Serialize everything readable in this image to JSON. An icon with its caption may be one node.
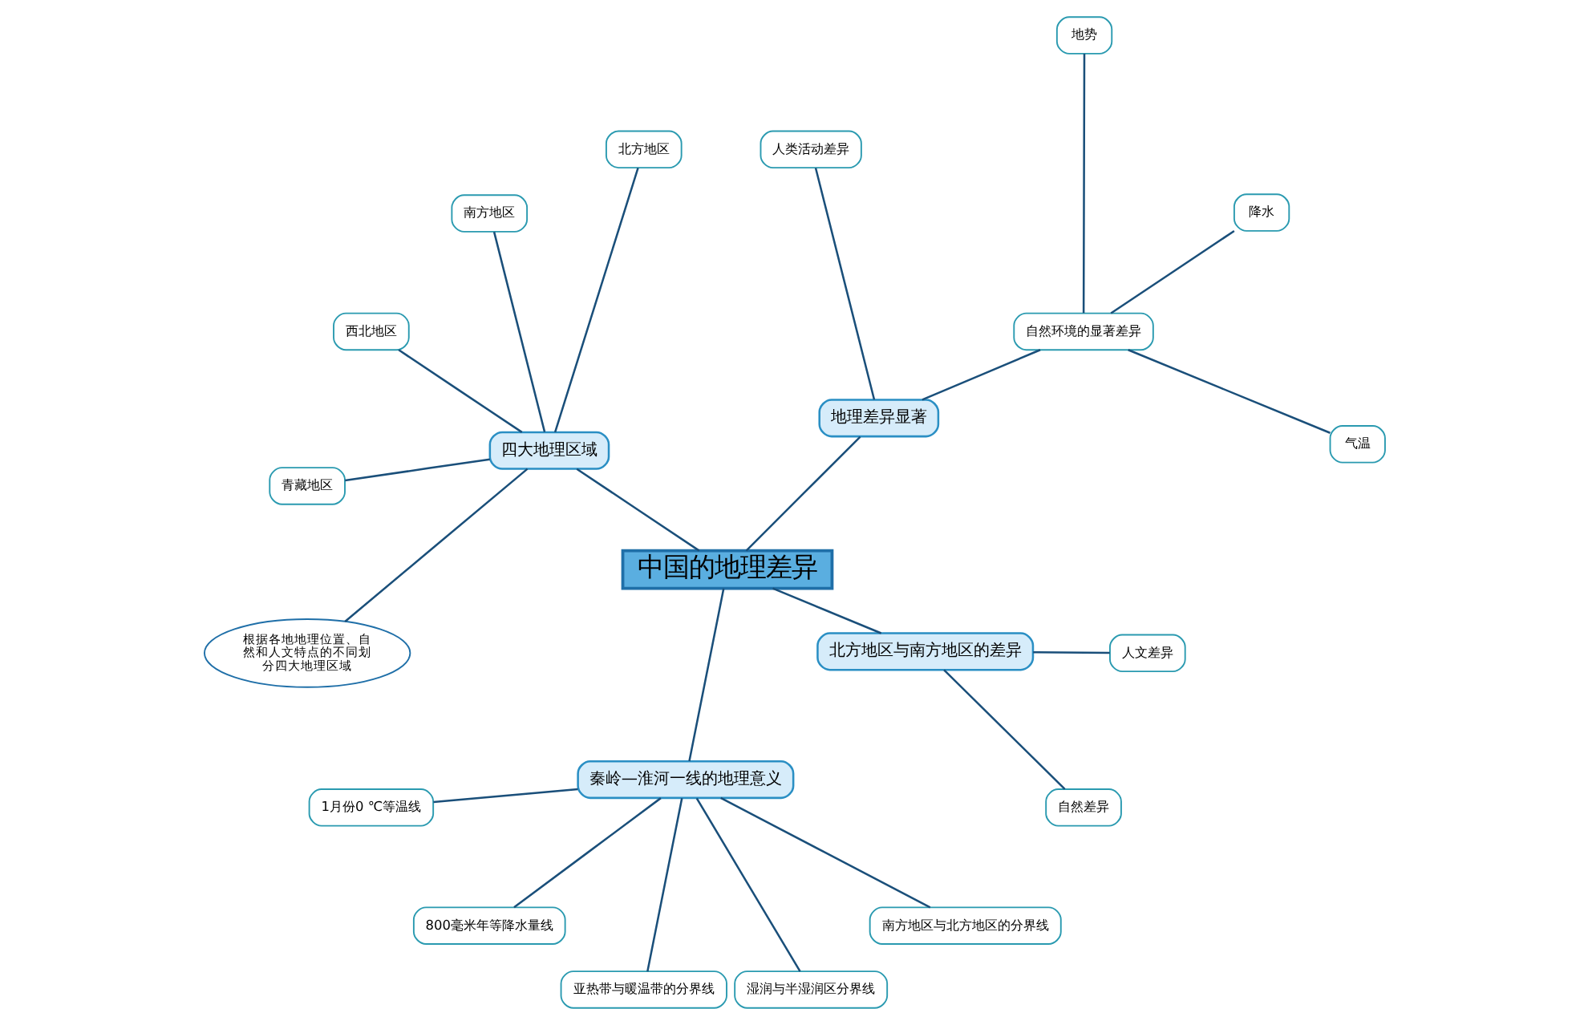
{
  "diagram": {
    "nodes": [
      {
        "text": [
          "中国的地理差异"
        ]
      },
      {
        "text": [
          "地理差异显著"
        ]
      },
      {
        "text": [
          "自然环境的显著差异"
        ]
      },
      {
        "text": [
          "气温"
        ]
      },
      {
        "text": [
          "降水"
        ]
      },
      {
        "text": [
          "地势"
        ]
      },
      {
        "text": [
          "人类活动差异"
        ]
      },
      {
        "text": [
          "四大地理区域"
        ]
      },
      {
        "text": [
          "北方地区"
        ]
      },
      {
        "text": [
          "南方地区"
        ]
      },
      {
        "text": [
          "西北地区"
        ]
      },
      {
        "text": [
          "青藏地区"
        ]
      },
      {
        "text": [
          "根据各地地理位置、自然和人文特点的不同划分四大地理区域"
        ]
      },
      {
        "text": [
          "秦岭—淮河一线的地理意义"
        ]
      },
      {
        "text": [
          "1月份0 ℃等温线"
        ]
      },
      {
        "text": [
          "800毫米年等降水量线"
        ]
      },
      {
        "text": [
          "亚热带与暖温带的分界线"
        ]
      },
      {
        "text": [
          "湿润与半湿润区分界线"
        ]
      },
      {
        "text": [
          "南方地区与北方地区的分界线"
        ]
      },
      {
        "text": [
          "北方地区与南方地区的差异"
        ]
      },
      {
        "text": [
          "自然差异"
        ]
      },
      {
        "text": [
          "人文差异"
        ]
      }
    ],
    "edges": [
      {
        "from": 0,
        "to": 1,
        "arrow": "none"
      },
      {
        "from": 1,
        "to": 2,
        "arrow": "none"
      },
      {
        "from": 2,
        "to": 3,
        "arrow": "none"
      },
      {
        "from": 2,
        "to": 4,
        "arrow": "none"
      },
      {
        "from": 2,
        "to": 5,
        "arrow": "none"
      },
      {
        "from": 1,
        "to": 6,
        "arrow": "none"
      },
      {
        "from": 0,
        "to": 7,
        "arrow": "none"
      },
      {
        "from": 7,
        "to": 8,
        "arrow": "none"
      },
      {
        "from": 7,
        "to": 9,
        "arrow": "none"
      },
      {
        "from": 7,
        "to": 10,
        "arrow": "none"
      },
      {
        "from": 7,
        "to": 11,
        "arrow": "none"
      },
      {
        "from": 7,
        "to": 12,
        "arrow": "none"
      },
      {
        "from": 0,
        "to": 13,
        "arrow": "none"
      },
      {
        "from": 13,
        "to": 14,
        "arrow": "none"
      },
      {
        "from": 13,
        "to": 15,
        "arrow": "none"
      },
      {
        "from": 13,
        "to": 16,
        "arrow": "none"
      },
      {
        "from": 13,
        "to": 17,
        "arrow": "none"
      },
      {
        "from": 13,
        "to": 18,
        "arrow": "none"
      },
      {
        "from": 0,
        "to": 19,
        "arrow": "none"
      },
      {
        "from": 19,
        "to": 20,
        "arrow": "none"
      },
      {
        "from": 19,
        "to": 21,
        "arrow": "none"
      }
    ]
  }
}
